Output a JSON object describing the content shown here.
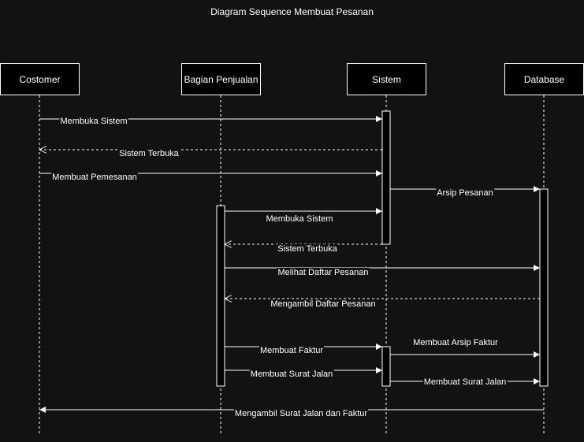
{
  "title": "Diagram Sequence Membuat Pesanan",
  "colors": {
    "background": "#121212",
    "line": "#ffffff",
    "box": "#000000"
  },
  "participants": [
    "Costomer",
    "Bagian Penjualan",
    "Sistem",
    "Database"
  ],
  "messages": [
    {
      "label": "Membuka Sistem",
      "from": "Costomer",
      "to": "Sistem",
      "style": "solid"
    },
    {
      "label": "Sistem Terbuka",
      "from": "Sistem",
      "to": "Costomer",
      "style": "dashed"
    },
    {
      "label": "Membuat Pemesanan",
      "from": "Costomer",
      "to": "Sistem",
      "style": "solid"
    },
    {
      "label": "Arsip Pesanan",
      "from": "Sistem",
      "to": "Database",
      "style": "solid"
    },
    {
      "label": "Membuka Sistem",
      "from": "Bagian Penjualan",
      "to": "Sistem",
      "style": "solid"
    },
    {
      "label": "Sistem Terbuka",
      "from": "Sistem",
      "to": "Bagian Penjualan",
      "style": "dashed"
    },
    {
      "label": "Melihat Daftar Pesanan",
      "from": "Bagian Penjualan",
      "to": "Database",
      "style": "solid"
    },
    {
      "label": "Mengambil Daftar Pesanan",
      "from": "Database",
      "to": "Bagian Penjualan",
      "style": "dashed"
    },
    {
      "label": "Membuat Faktur",
      "from": "Bagian Penjualan",
      "to": "Sistem",
      "style": "solid"
    },
    {
      "label": "Membuat Arsip Faktur",
      "from": "Sistem",
      "to": "Database",
      "style": "solid"
    },
    {
      "label": "Membuat Surat Jalan",
      "from": "Bagian Penjualan",
      "to": "Sistem",
      "style": "solid"
    },
    {
      "label": "Membuat Surat Jalan",
      "from": "Sistem",
      "to": "Database",
      "style": "solid"
    },
    {
      "label": "Mengambil Surat Jalan dan Faktur",
      "from": "Database",
      "to": "Costomer",
      "style": "solid"
    }
  ]
}
